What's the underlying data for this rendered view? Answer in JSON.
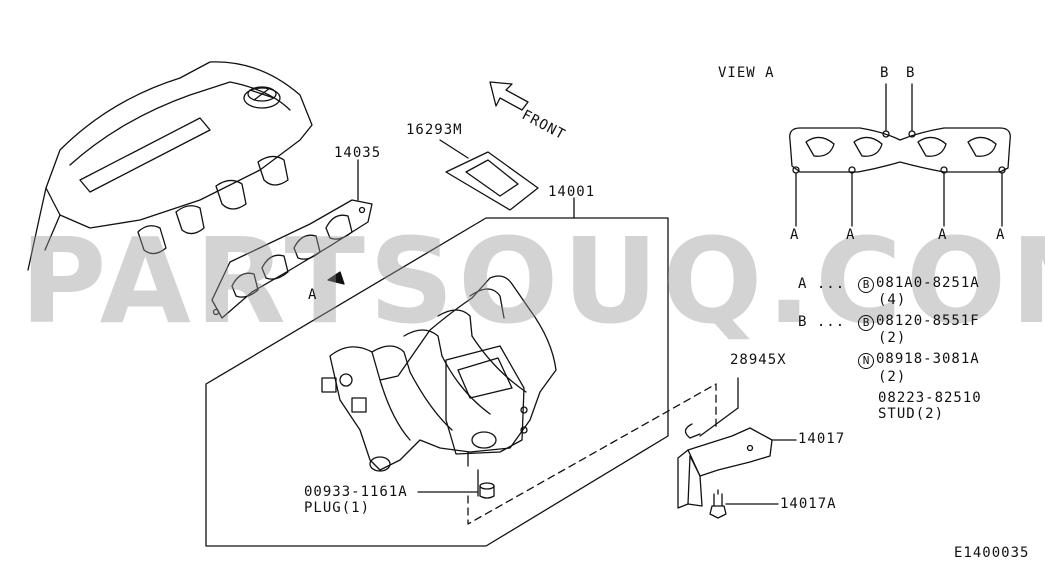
{
  "view_label": "VIEW A",
  "front_label": "FRONT",
  "parts": {
    "p14035": "14035",
    "p16293m": "16293M",
    "p14001": "14001",
    "p28945x": "28945X",
    "p14017": "14017",
    "p14017a": "14017A",
    "plug_no": "00933-1161A",
    "plug_name": "PLUG(1)",
    "arrow_a": "A"
  },
  "view_markers": {
    "b1": "B",
    "b2": "B",
    "a1": "A",
    "a2": "A",
    "a3": "A",
    "a4": "A"
  },
  "legend": {
    "a_key": "A ...",
    "a_circle": "B",
    "a_part": "081A0-8251A",
    "a_qty": "(4)",
    "b_key": "B ...",
    "b_circle": "B",
    "b_part": "08120-8551F",
    "b_qty": "(2)",
    "n_circle": "N",
    "n_part": "08918-3081A",
    "n_qty": "(2)",
    "stud_part": "08223-82510",
    "stud_name": "STUD(2)"
  },
  "diagram_code": "E1400035",
  "watermark": "PARTSOUQ.COM"
}
